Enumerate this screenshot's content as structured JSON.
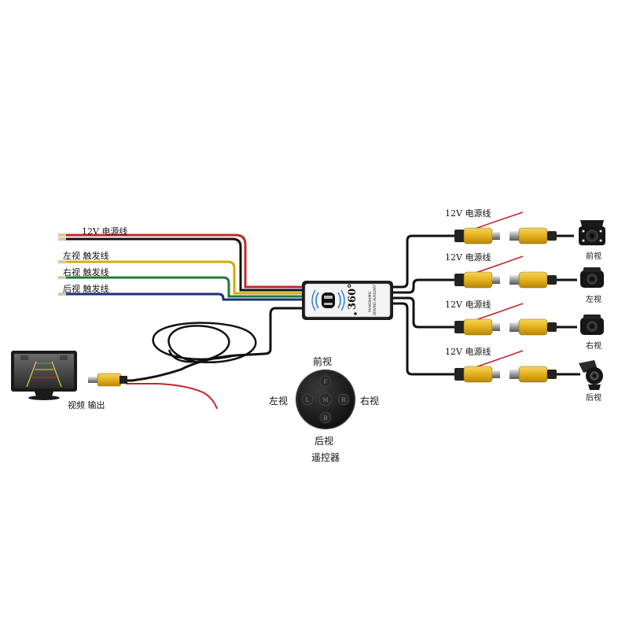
{
  "left_wires": {
    "power": "12V  电源线",
    "left_trigger": "左视  触发线",
    "right_trigger": "右视  触发线",
    "rear_trigger": "后视  触发线"
  },
  "video_output": "视频  输出",
  "module": {
    "logo": "360°",
    "text_line1": "PANORAMIC",
    "text_line2": "DRIVING AUXILIARY"
  },
  "remote": {
    "top": "前视",
    "left": "左视",
    "right": "右视",
    "bottom": "后视",
    "caption": "遥控器",
    "buttons": {
      "f": "F",
      "l": "L",
      "m": "M",
      "r": "R",
      "b": "B"
    }
  },
  "camera_power_labels": [
    "12V  电源线",
    "12V  电源线",
    "12V  电源线",
    "12V  电源线"
  ],
  "cameras": [
    "前视",
    "左视",
    "右视",
    "后视"
  ],
  "colors": {
    "power_wire": "#c0272d",
    "left_trigger_wire": "#d4a90e",
    "right_trigger_wire": "#1f7a3a",
    "rear_trigger_wire": "#1c2f7a",
    "rca_yellow": "#e8b820",
    "cable": "#111111"
  }
}
